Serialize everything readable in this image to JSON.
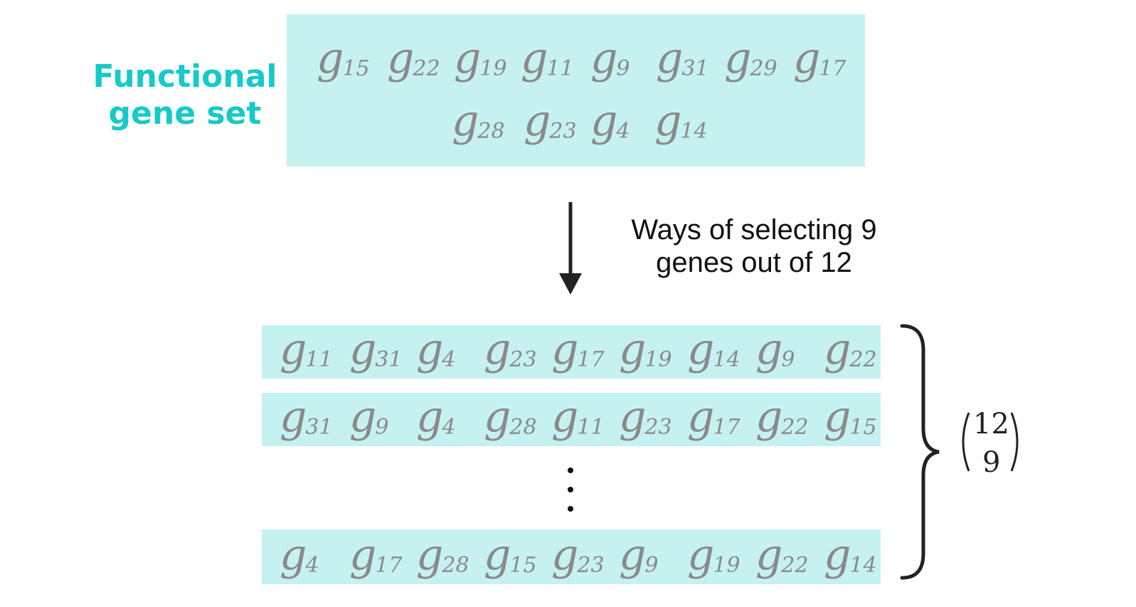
{
  "functional_label": [
    "Functional",
    "gene set"
  ],
  "gene_symbol": "g",
  "functional_set": {
    "row1": [
      "15",
      "22",
      "19",
      "11",
      "9",
      "31",
      "29",
      "17"
    ],
    "row2": [
      "28",
      "23",
      "4",
      "14"
    ]
  },
  "arrow_caption": [
    "Ways of selecting 9",
    "genes out of 12"
  ],
  "selections": [
    [
      "11",
      "31",
      "4",
      "23",
      "17",
      "19",
      "14",
      "9",
      "22"
    ],
    [
      "31",
      "9",
      "4",
      "28",
      "11",
      "23",
      "17",
      "22",
      "15"
    ],
    [
      "4",
      "17",
      "28",
      "15",
      "23",
      "9",
      "19",
      "22",
      "14"
    ]
  ],
  "binomial": {
    "n": "12",
    "k": "9"
  },
  "colors": {
    "label": "#17c9c9",
    "panel": "#c6f1f1",
    "gene_text": "#8a8a8a",
    "arrow": "#222222"
  }
}
